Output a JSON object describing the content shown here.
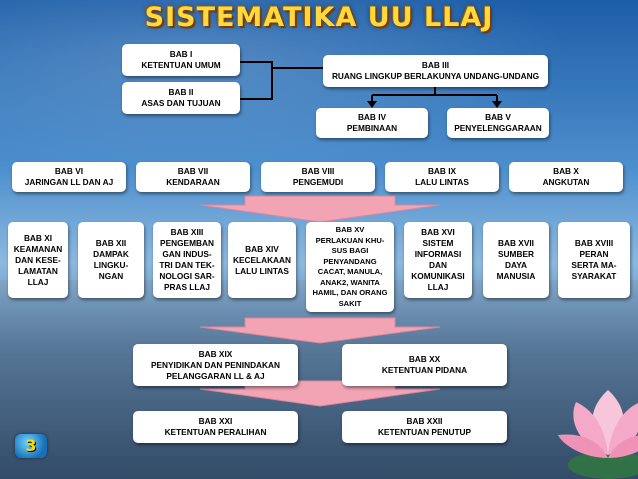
{
  "title": "SISTEMATIKA UU LLAJ",
  "page_number": "3",
  "colors": {
    "arrow": "#f4a3b0",
    "line": "#000000",
    "title": "#ffd93d",
    "box": "#ffffff"
  },
  "boxes": {
    "bab1": "BAB I\nKETENTUAN UMUM",
    "bab2": "BAB II\nASAS DAN TUJUAN",
    "bab3": "BAB III\nRUANG LINGKUP BERLAKUNYA UNDANG-UNDANG",
    "bab4": "BAB IV\nPEMBINAAN",
    "bab5": "BAB V\nPENYELENGGARAAN",
    "bab6": "BAB VI\nJARINGAN LL DAN AJ",
    "bab7": "BAB VII\nKENDARAAN",
    "bab8": "BAB VIII\nPENGEMUDI",
    "bab9": "BAB IX\nLALU LINTAS",
    "bab10": "BAB X\nANGKUTAN",
    "bab11": "BAB XI\nKEAMANAN\nDAN KESE-\nLAMATAN\nLLAJ",
    "bab12": "BAB XII\nDAMPAK\nLINGKU-\nNGAN",
    "bab13": "BAB XIII\nPENGEMBAN\nGAN INDUS-\nTRI DAN TEK-\nNOLOGI SAR-\nPRAS LLAJ",
    "bab14": "BAB XIV\nKECELAKAAN\nLALU LINTAS",
    "bab15": "BAB  XV\nPERLAKUAN KHU-\nSUS BAGI\nPENYANDANG\nCACAT, MANULA,\nANAK2, WANITA\nHAMIL, DAN ORANG\nSAKIT",
    "bab16": "BAB XVI\nSISTEM\nINFORMASI\nDAN\nKOMUNIKASI\nLLAJ",
    "bab17": "BAB XVII\nSUMBER\nDAYA\nMANUSIA",
    "bab18": "BAB XVIII\nPERAN\nSERTA MA-\nSYARAKAT",
    "bab19": "BAB XIX\nPENYIDIKAN DAN PENINDAKAN\nPELANGGARAN LL & AJ",
    "bab20": "BAB XX\nKETENTUAN PIDANA",
    "bab21": "BAB XXI\nKETENTUAN PERALIHAN",
    "bab22": "BAB XXII\nKETENTUAN PENUTUP"
  }
}
